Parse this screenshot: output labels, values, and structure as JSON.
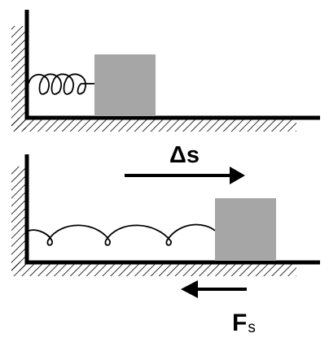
{
  "labels": {
    "displacement": "Δs",
    "force_main": "F",
    "force_sub": "s"
  },
  "colors": {
    "block": "#a6a6a6",
    "stroke": "#000000",
    "background": "#ffffff"
  }
}
